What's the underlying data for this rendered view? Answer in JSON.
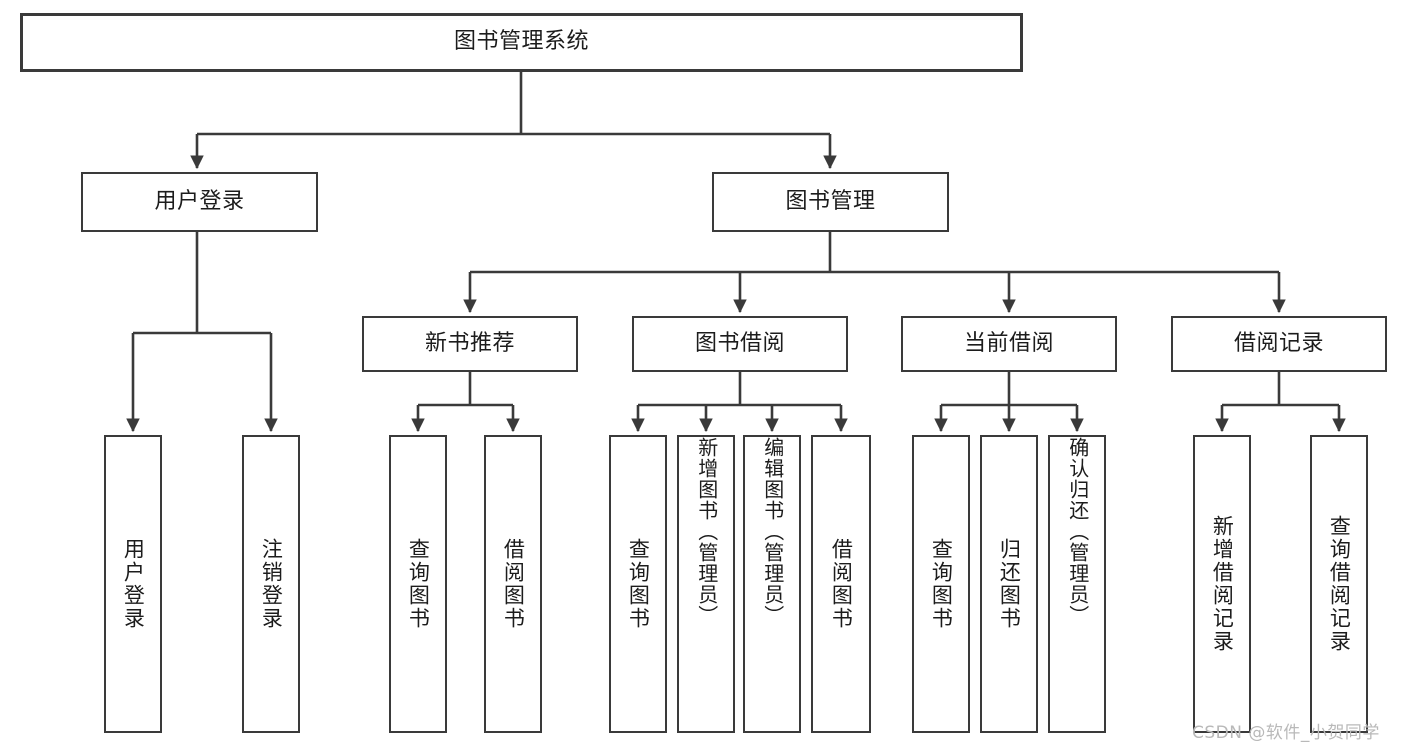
{
  "diagram": {
    "type": "tree-hierarchy-diagram",
    "title": "图书管理系统",
    "root": {
      "id": "root",
      "label": "图书管理系统"
    },
    "level2": [
      {
        "id": "user-login",
        "label": "用户登录"
      },
      {
        "id": "book-manage",
        "label": "图书管理"
      }
    ],
    "level3": [
      {
        "id": "new-book-recommend",
        "label": "新书推荐",
        "parent": "book-manage"
      },
      {
        "id": "book-borrow",
        "label": "图书借阅",
        "parent": "book-manage"
      },
      {
        "id": "current-borrow",
        "label": "当前借阅",
        "parent": "book-manage"
      },
      {
        "id": "borrow-record",
        "label": "借阅记录",
        "parent": "book-manage"
      }
    ],
    "leaves": [
      {
        "id": "leaf-user-login",
        "label": "用户登录",
        "parent": "user-login"
      },
      {
        "id": "leaf-logout",
        "label": "注销登录",
        "parent": "user-login"
      },
      {
        "id": "leaf-query-book-1",
        "label": "查询图书",
        "parent": "new-book-recommend"
      },
      {
        "id": "leaf-borrow-book-1",
        "label": "借阅图书",
        "parent": "new-book-recommend"
      },
      {
        "id": "leaf-query-book-2",
        "label": "查询图书",
        "parent": "book-borrow"
      },
      {
        "id": "leaf-add-book",
        "label": "新增图书（管理员）",
        "parent": "book-borrow"
      },
      {
        "id": "leaf-edit-book",
        "label": "编辑图书（管理员）",
        "parent": "book-borrow"
      },
      {
        "id": "leaf-borrow-book-2",
        "label": "借阅图书",
        "parent": "book-borrow"
      },
      {
        "id": "leaf-query-book-3",
        "label": "查询图书",
        "parent": "current-borrow"
      },
      {
        "id": "leaf-return-book",
        "label": "归还图书",
        "parent": "current-borrow"
      },
      {
        "id": "leaf-confirm-return",
        "label": "确认归还（管理员）",
        "parent": "current-borrow"
      },
      {
        "id": "leaf-add-record",
        "label": "新增借阅记录",
        "parent": "borrow-record"
      },
      {
        "id": "leaf-query-record",
        "label": "查询借阅记录",
        "parent": "borrow-record"
      }
    ],
    "watermark": "CSDN @软件_小贺同学",
    "colors": {
      "border": "#3a3a3a",
      "background": "#ffffff",
      "text": "#1c1c1c",
      "watermark": "#b9b9b9"
    }
  }
}
